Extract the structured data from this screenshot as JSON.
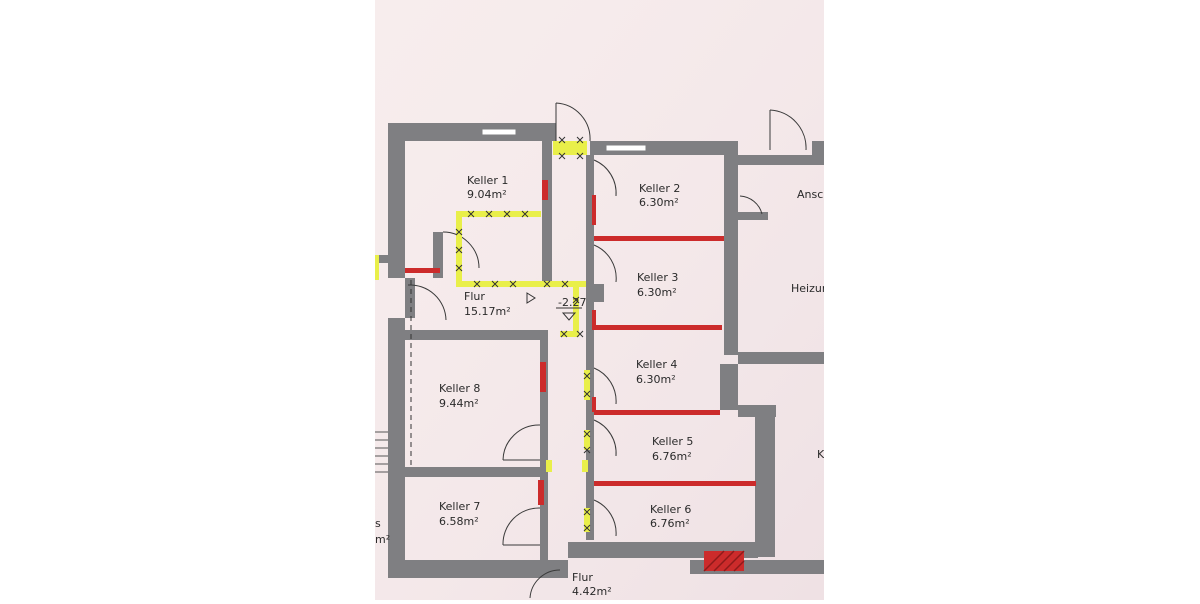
{
  "colors": {
    "paper": "#f6eaea",
    "wall": "#7f7f82",
    "red_wall": "#cc2b2b",
    "yellow_line": "#e9ef4a",
    "ink": "#2a2a2a"
  },
  "rooms": [
    {
      "id": "keller-1",
      "name": "Keller  1",
      "area": "9.04m²"
    },
    {
      "id": "keller-2",
      "name": "Keller  2",
      "area": "6.30m²"
    },
    {
      "id": "keller-3",
      "name": "Keller  3",
      "area": "6.30m²"
    },
    {
      "id": "keller-4",
      "name": "Keller  4",
      "area": "6.30m²"
    },
    {
      "id": "keller-5",
      "name": "Keller  5",
      "area": "6.76m²"
    },
    {
      "id": "keller-6",
      "name": "Keller  6",
      "area": "6.76m²"
    },
    {
      "id": "keller-7",
      "name": "Keller  7",
      "area": "6.58m²"
    },
    {
      "id": "keller-8",
      "name": "Keller  8",
      "area": "9.44m²"
    },
    {
      "id": "flur-main",
      "name": "Flur",
      "area": "15.17m²"
    },
    {
      "id": "flur-bottom",
      "name": "Flur",
      "area": "4.42m²"
    }
  ],
  "partial_labels": {
    "ansch": "Ansch",
    "heizung": "Heizung",
    "k": "K",
    "s": "s",
    "m2": "m²"
  },
  "elevation": "-2.27"
}
